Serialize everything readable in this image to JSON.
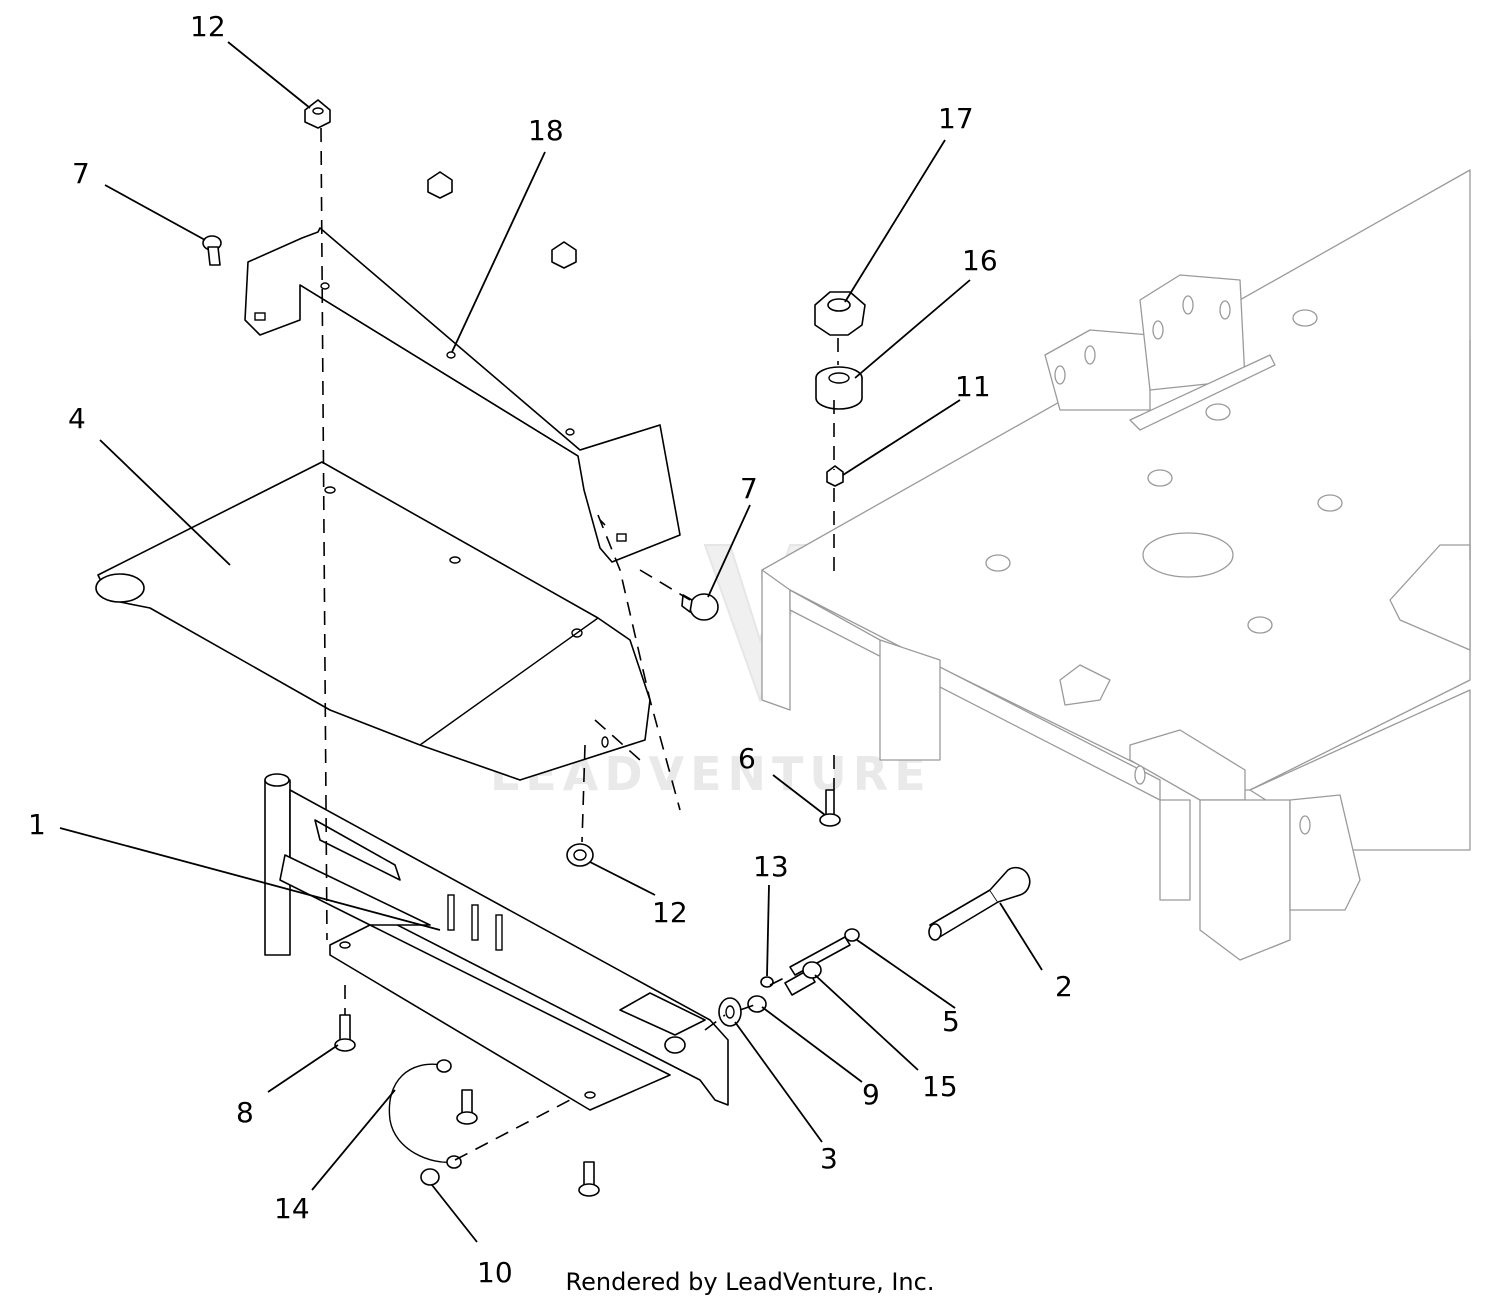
{
  "diagram": {
    "callouts": [
      "12",
      "7",
      "18",
      "17",
      "16",
      "11",
      "4",
      "7",
      "6",
      "1",
      "12",
      "13",
      "2",
      "5",
      "15",
      "9",
      "3",
      "8",
      "14",
      "10"
    ],
    "footer_text": "Rendered by LeadVenture, Inc.",
    "watermark_text": "LEADVENTURE"
  }
}
